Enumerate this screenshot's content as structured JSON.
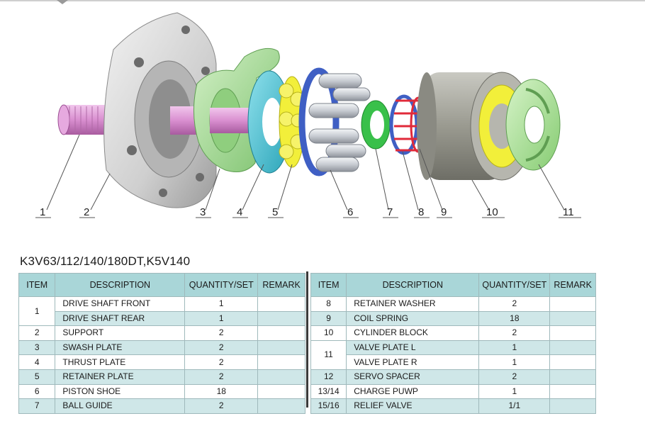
{
  "model_title": "K3V63/112/140/180DT,K5V140",
  "callouts": [
    "1",
    "2",
    "3",
    "4",
    "5",
    "6",
    "7",
    "8",
    "9",
    "10",
    "11"
  ],
  "table": {
    "headers": {
      "item": "ITEM",
      "description": "DESCRIPTION",
      "quantity": "QUANTITY/SET",
      "remark": "REMARK"
    },
    "left_rows": [
      {
        "item": "1",
        "description": "DRIVE SHAFT FRONT",
        "quantity": "1",
        "remark": ""
      },
      {
        "item": "",
        "description": "DRIVE SHAFT REAR",
        "quantity": "1",
        "remark": ""
      },
      {
        "item": "2",
        "description": "SUPPORT",
        "quantity": "2",
        "remark": ""
      },
      {
        "item": "3",
        "description": "SWASH PLATE",
        "quantity": "2",
        "remark": ""
      },
      {
        "item": "4",
        "description": "THRUST PLATE",
        "quantity": "2",
        "remark": ""
      },
      {
        "item": "5",
        "description": "RETAINER PLATE",
        "quantity": "2",
        "remark": ""
      },
      {
        "item": "6",
        "description": "PISTON SHOE",
        "quantity": "18",
        "remark": ""
      },
      {
        "item": "7",
        "description": "BALL GUIDE",
        "quantity": "2",
        "remark": ""
      }
    ],
    "right_rows": [
      {
        "item": "8",
        "description": "RETAINER WASHER",
        "quantity": "2",
        "remark": ""
      },
      {
        "item": "9",
        "description": "COIL SPRING",
        "quantity": "18",
        "remark": ""
      },
      {
        "item": "10",
        "description": "CYLINDER BLOCK",
        "quantity": "2",
        "remark": ""
      },
      {
        "item": "11",
        "description": "VALVE PLATE L",
        "quantity": "1",
        "remark": ""
      },
      {
        "item": "",
        "description": "VALVE PLATE R",
        "quantity": "1",
        "remark": ""
      },
      {
        "item": "12",
        "description": "SERVO SPACER",
        "quantity": "2",
        "remark": ""
      },
      {
        "item": "13/14",
        "description": "CHARGE PUWP",
        "quantity": "1",
        "remark": ""
      },
      {
        "item": "15/16",
        "description": "RELIEF VALVE",
        "quantity": "1/1",
        "remark": ""
      }
    ]
  },
  "colors": {
    "header_bg": "#a9d6d8",
    "row_shade": "#cfe7e8",
    "shaft": "#d98fd0",
    "support": "#c9c9c9",
    "swash_plate": "#a6dc9a",
    "thrust_plate": "#4fc4d6",
    "retainer_yellow": "#f2ef3a",
    "ball_guide_blue": "#3f5fc4",
    "piston_gray": "#c8ccd2",
    "retainer_washer": "#39c04a",
    "spring_red": "#e02a3a",
    "cylinder_block": "#9a9a90",
    "valve_plate": "#9fdc8c"
  }
}
